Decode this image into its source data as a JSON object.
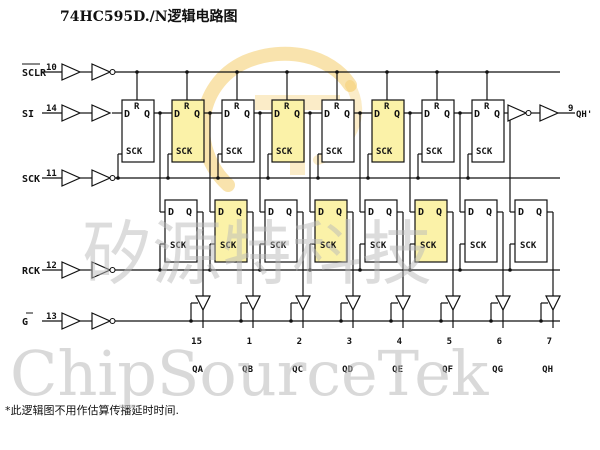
{
  "title": "74HC595D./N逻辑电路图",
  "footnote": "*此逻辑图不用作估算传播延时时间.",
  "watermark": {
    "chinese": "矽源特科技",
    "english": "ChipSourceTek",
    "logo_color": "#f2c14a"
  },
  "inputs": [
    {
      "name": "SCLR",
      "pin": "10"
    },
    {
      "name": "SI",
      "pin": "14"
    },
    {
      "name": "SCK",
      "pin": "11"
    },
    {
      "name": "RCK",
      "pin": "12"
    },
    {
      "name": "G",
      "pin": "13"
    }
  ],
  "output_qh_prime": {
    "name": "QH'",
    "pin": "9"
  },
  "outputs": [
    {
      "name": "QA",
      "pin": "15"
    },
    {
      "name": "QB",
      "pin": "1"
    },
    {
      "name": "QC",
      "pin": "2"
    },
    {
      "name": "QD",
      "pin": "3"
    },
    {
      "name": "QE",
      "pin": "4"
    },
    {
      "name": "QF",
      "pin": "5"
    },
    {
      "name": "QG",
      "pin": "6"
    },
    {
      "name": "QH",
      "pin": "7"
    }
  ],
  "ff_labels": {
    "d": "D",
    "r": "R",
    "q": "Q",
    "clk": "SCK"
  },
  "highlight_color": "#fbf2a8"
}
